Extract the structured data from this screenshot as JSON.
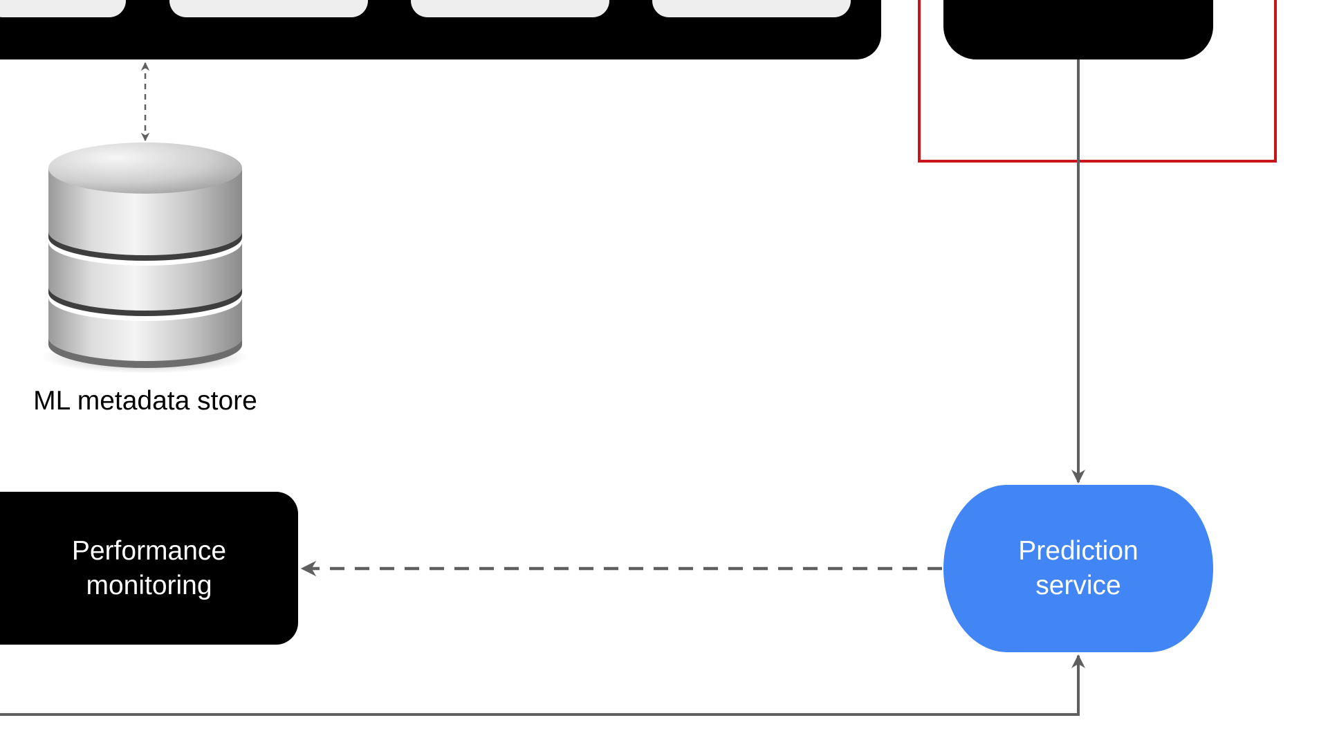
{
  "diagram": {
    "nodes": {
      "ml_metadata_store": {
        "label": "ML metadata store"
      },
      "performance_monitoring": {
        "line1": "Performance",
        "line2": "monitoring"
      },
      "prediction_service": {
        "line1": "Prediction",
        "line2": "service"
      }
    },
    "colors": {
      "black_box": "#000000",
      "pipeline_slot": "#eeeeee",
      "highlight_border": "#c8141b",
      "prediction_fill": "#4285f4",
      "connector": "#5f5f5f"
    }
  }
}
